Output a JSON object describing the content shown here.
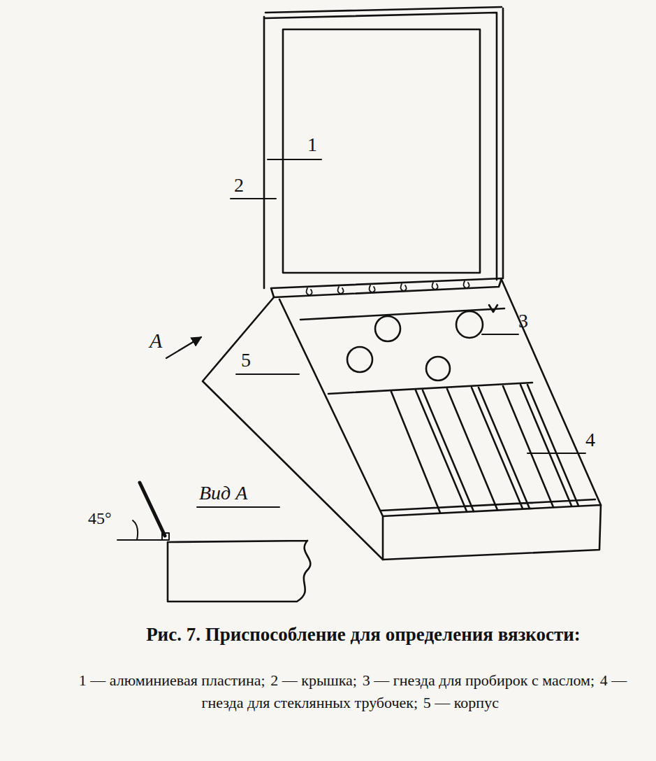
{
  "diagram": {
    "caption": "Рис. 7. Приспособление для определения вязкости:",
    "labels": [
      "1",
      "2",
      "3",
      "4",
      "5",
      "А",
      "Вид А",
      "45°",
      "1 — алюминиевая пластина;",
      "2 — крышка;",
      "3 — гнезда для пробирок с маслом;",
      "4 — гнезда для стеклянных трубочек;",
      "5 — корпус"
    ]
  }
}
